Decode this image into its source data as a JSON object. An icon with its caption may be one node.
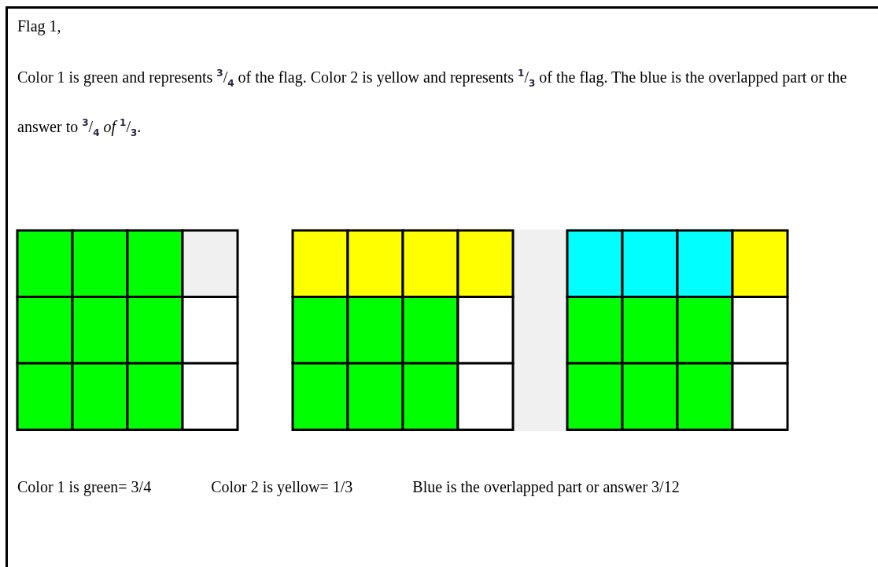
{
  "diagram": {
    "labels": [
      "Flag 1,",
      "Color 1 is green and represents $^{3}$/$_{4}$ of the flag. Color 2 is yellow and represents $^{1}$/$_{3}$ of the flag. The blue is the overlapped part or the answer to $^{3}$/$_{4}$ *of* $^{1}$/$_{3}$.",
      "Color 1 is green= 3/4",
      "Color 2 is yellow= 1/3",
      "Blue is the overlapped part or answer 3/12"
    ]
  }
}
